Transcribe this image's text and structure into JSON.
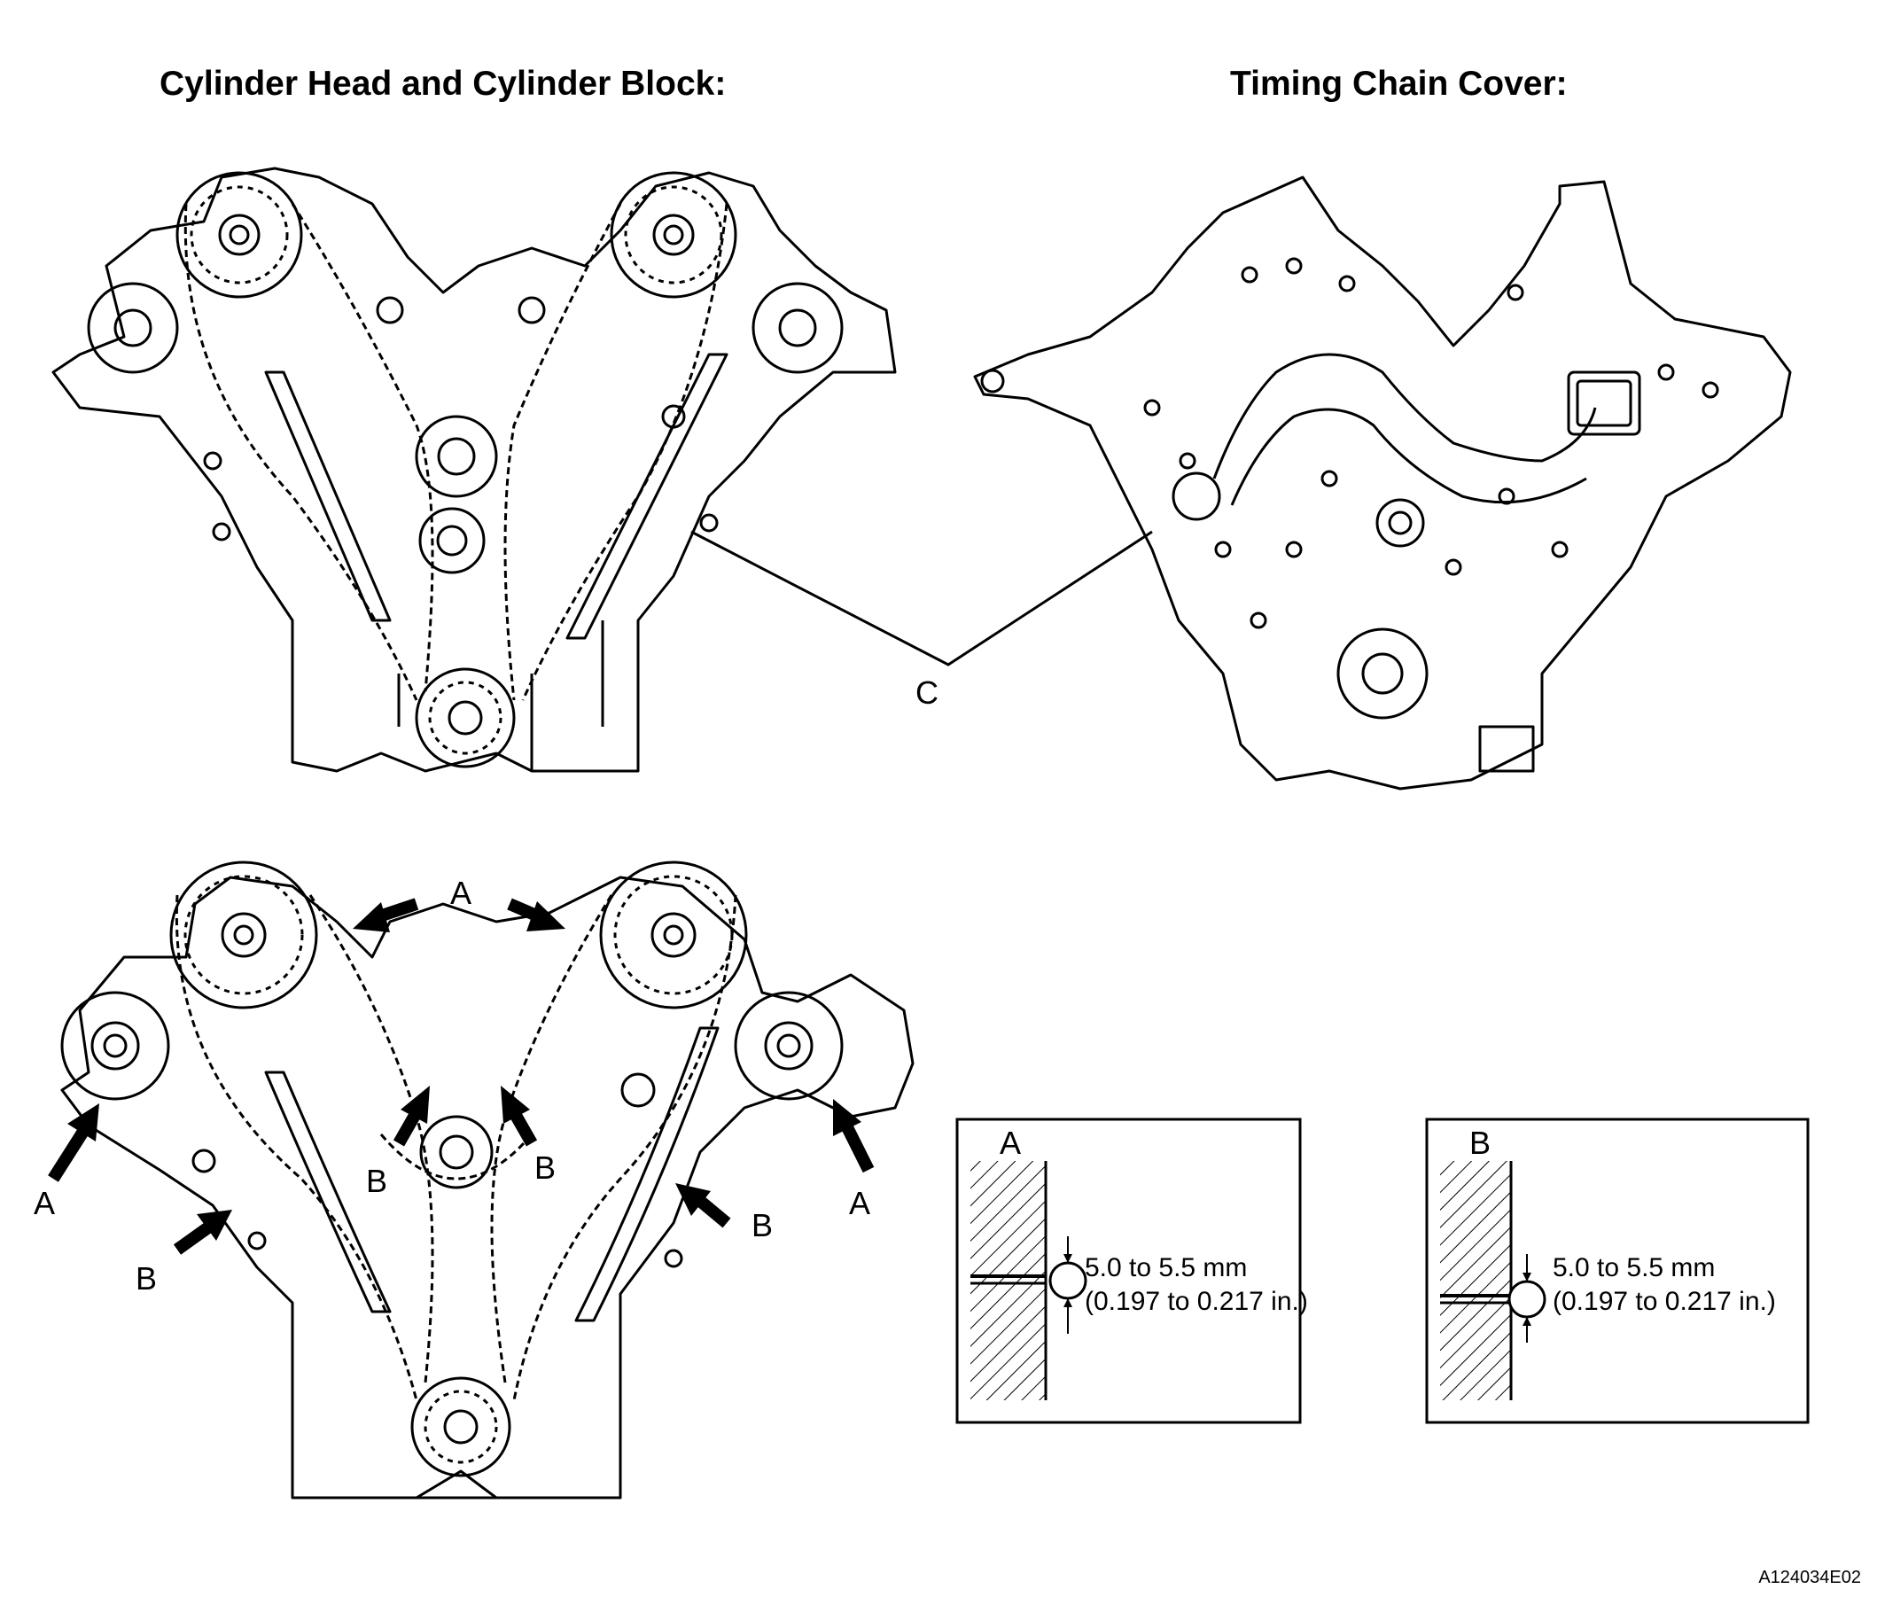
{
  "titles": {
    "left": "Cylinder Head and Cylinder Block:",
    "right": "Timing Chain Cover:"
  },
  "callouts": {
    "a": "A",
    "b": "B",
    "c": "C"
  },
  "detail_a": {
    "label": "A",
    "dim_mm": "5.0 to 5.5 mm",
    "dim_in": "(0.197 to 0.217 in.)"
  },
  "detail_b": {
    "label": "B",
    "dim_mm": "5.0 to 5.5 mm",
    "dim_in": "(0.197 to 0.217 in.)"
  },
  "figure_code": "A124034E02"
}
